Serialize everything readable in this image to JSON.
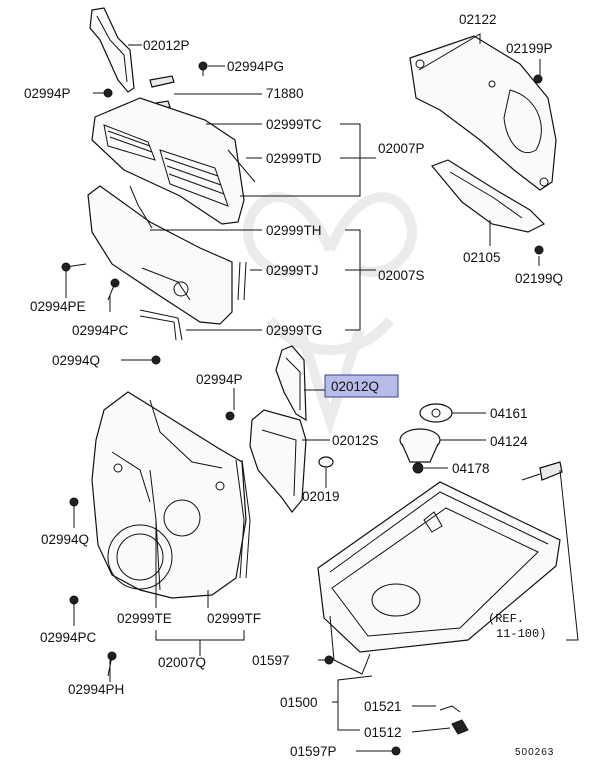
{
  "diagram_labels": {
    "p02012P": "02012P",
    "p02994PG": "02994PG",
    "p02994P_top": "02994P",
    "p71880": "71880",
    "p02999TC": "02999TC",
    "p02999TD": "02999TD",
    "p02007P": "02007P",
    "p02999TH": "02999TH",
    "p02999TJ": "02999TJ",
    "p02007S": "02007S",
    "p02994PE": "02994PE",
    "p02994PC_upper": "02994PC",
    "p02999TG": "02999TG",
    "p02994Q_upper": "02994Q",
    "p02994P_mid": "02994P",
    "p02012Q": "02012Q",
    "p02012S": "02012S",
    "p02019": "02019",
    "p02994Q_lower": "02994Q",
    "p02999TE": "02999TE",
    "p02999TF": "02999TF",
    "p02007Q": "02007Q",
    "p02994PC_lower": "02994PC",
    "p02994PH": "02994PH",
    "p02122": "02122",
    "p02199P": "02199P",
    "p02105": "02105",
    "p02199Q": "02199Q",
    "p04161": "04161",
    "p04124": "04124",
    "p04178": "04178",
    "ref_line1": "(REF.",
    "ref_line2": "11-100)",
    "p01597": "01597",
    "p01500": "01500",
    "p01521": "01521",
    "p01512": "01512",
    "p01597P": "01597P",
    "diagram_code": "500263"
  },
  "colors": {
    "highlight_fill": "#b7bde8",
    "highlight_stroke": "#3a3f8f",
    "line": "#111111"
  }
}
